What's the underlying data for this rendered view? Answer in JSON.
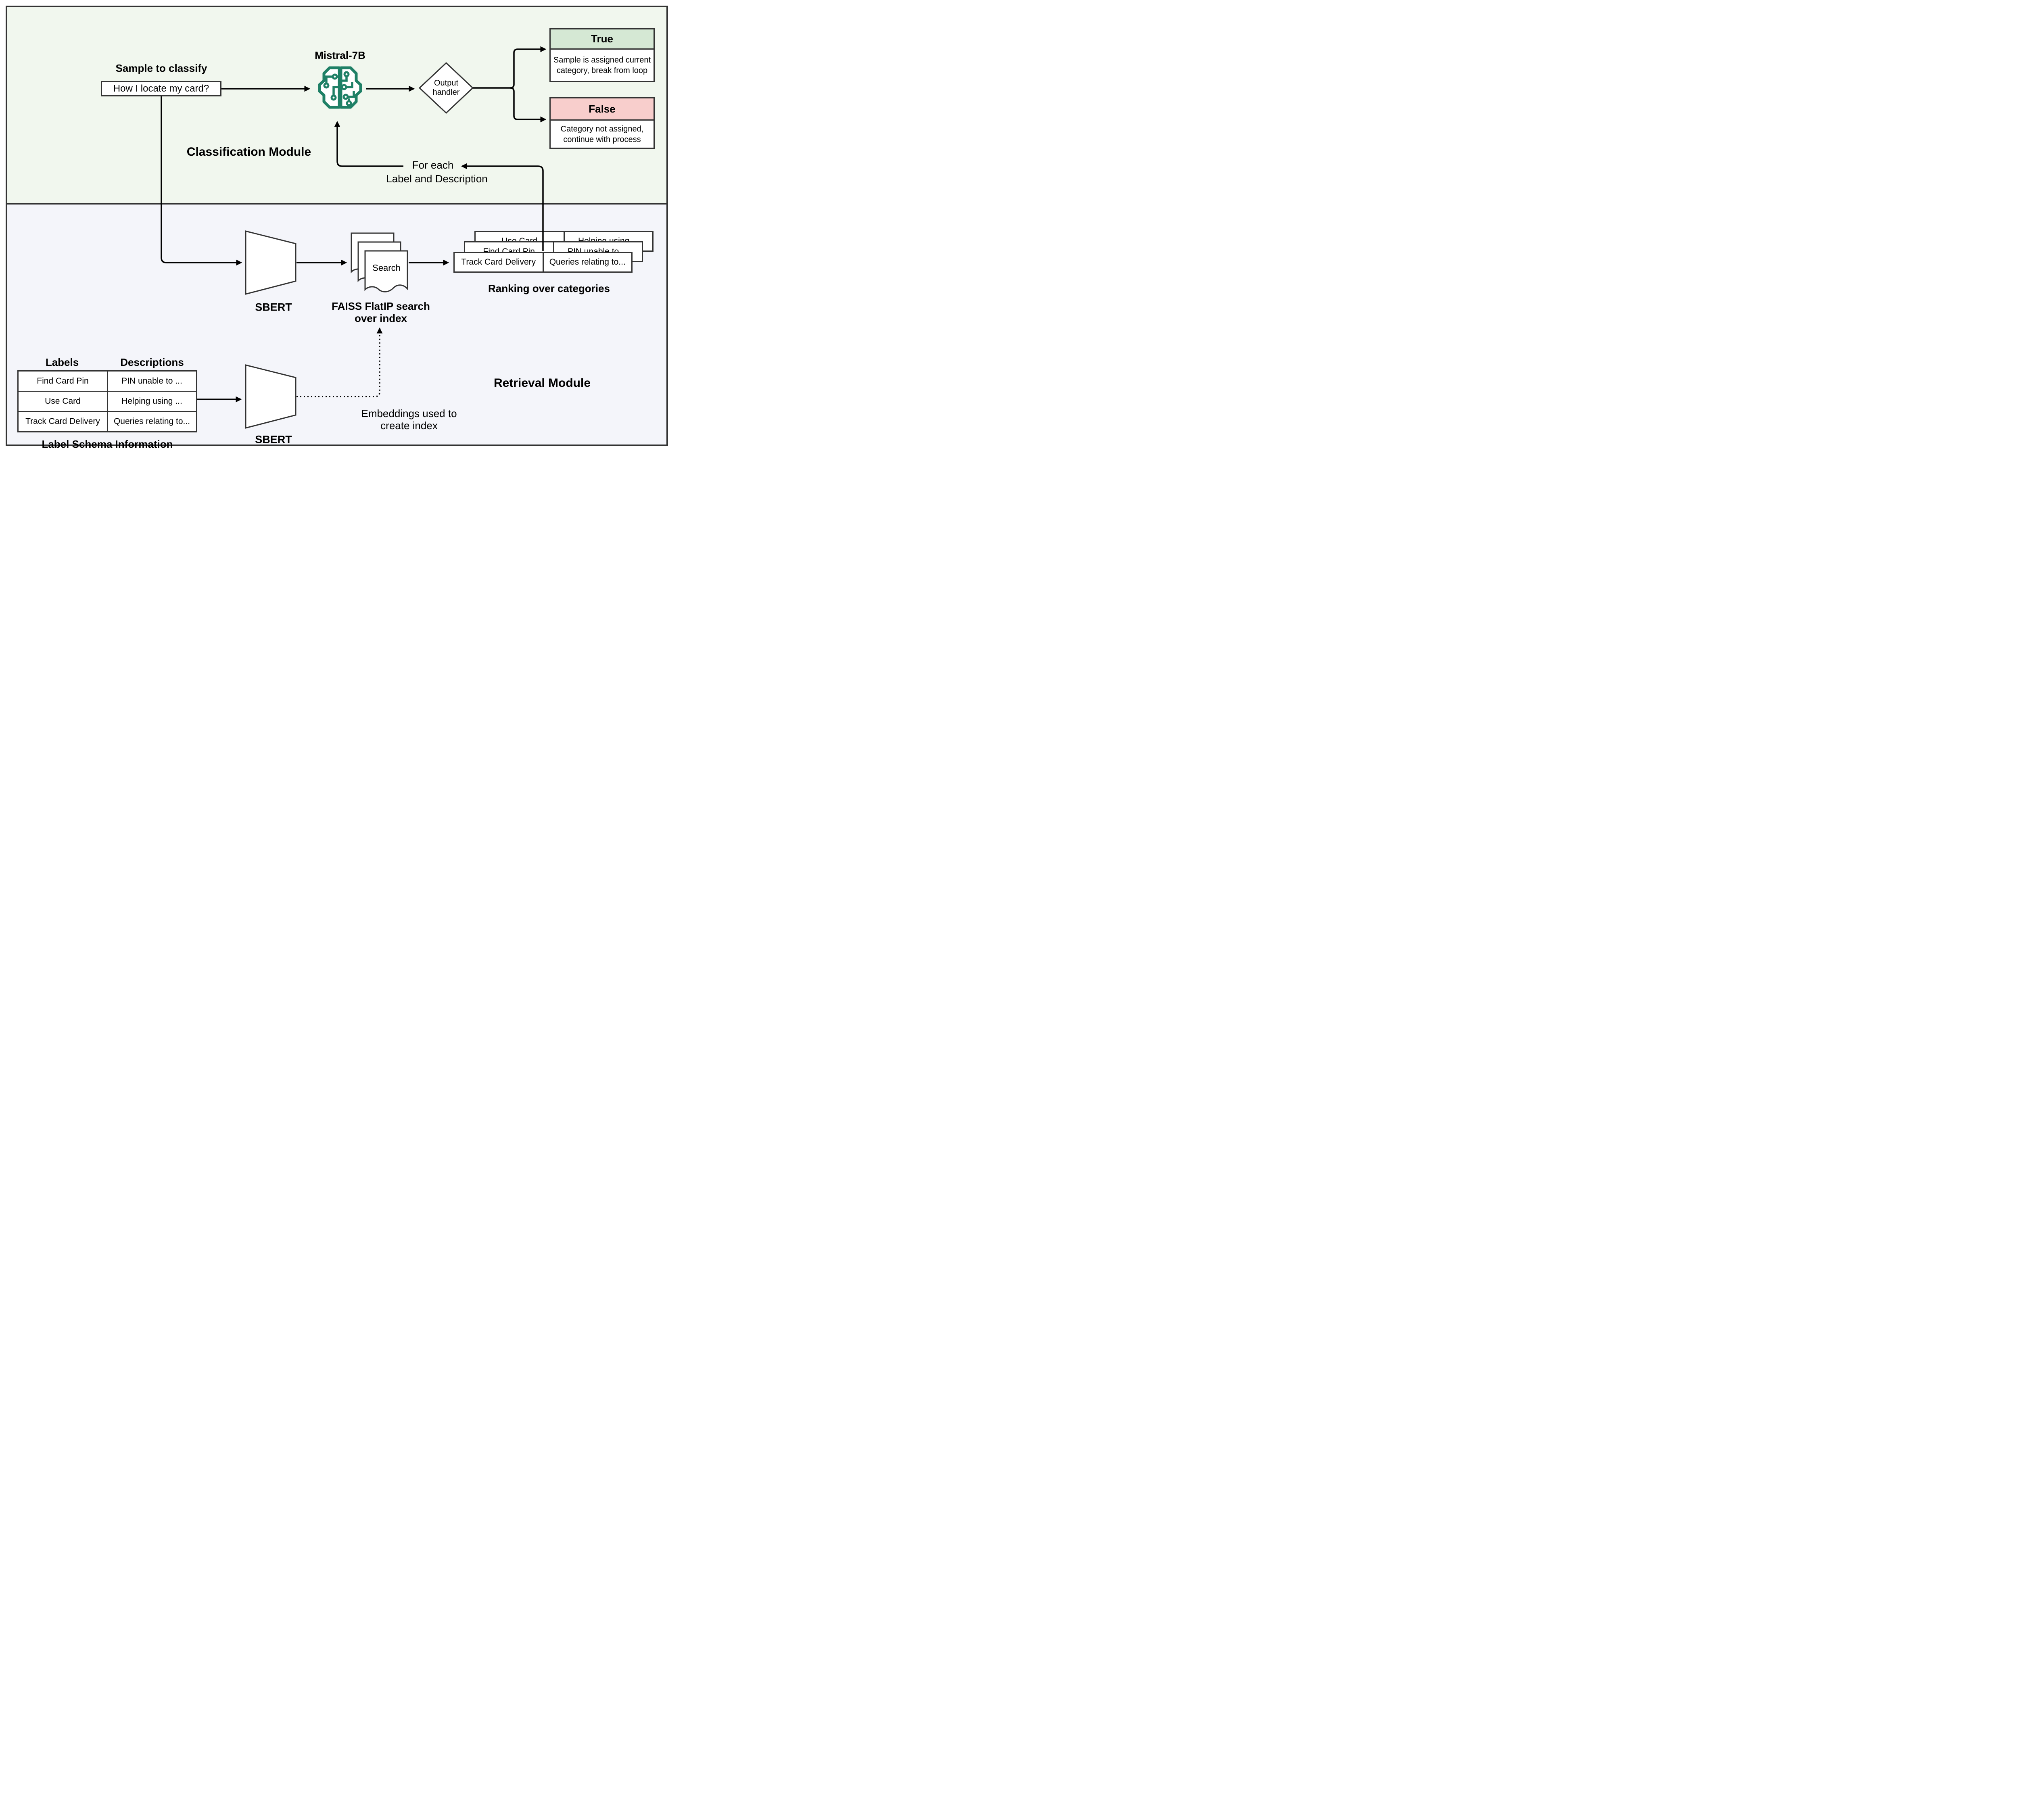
{
  "modules": {
    "classification": {
      "title": "Classification Module"
    },
    "retrieval": {
      "title": "Retrieval Module"
    }
  },
  "sample": {
    "label": "Sample to classify",
    "value": "How I locate my card?"
  },
  "llm": {
    "name": "Mistral-7B"
  },
  "decision": {
    "label": "Output handler"
  },
  "outcomes": {
    "true": {
      "title": "True",
      "text": "Sample is assigned current category, break from loop"
    },
    "false": {
      "title": "False",
      "text": "Category not assigned, continue with process"
    }
  },
  "loop": {
    "line1": "For each",
    "line2": "Label and Description"
  },
  "sbert_top": {
    "label": "SBERT"
  },
  "sbert_bottom": {
    "label": "SBERT"
  },
  "faiss": {
    "doc_label": "Search",
    "caption_line1": "FAISS FlatIP search",
    "caption_line2": "over index"
  },
  "ranking": {
    "caption": "Ranking over categories",
    "cards": [
      {
        "label": "Use Card",
        "description": "Helping using ..."
      },
      {
        "label": "Find Card Pin",
        "description": "PIN unable to ..."
      },
      {
        "label": "Track Card Delivery",
        "description": "Queries relating to..."
      }
    ]
  },
  "embeddings_note": {
    "line1": "Embeddings used to",
    "line2": "create index"
  },
  "schema_table": {
    "caption": "Label Schema Information",
    "columns": [
      "Labels",
      "Descriptions"
    ],
    "rows": [
      {
        "label": "Find Card Pin",
        "description": "PIN unable to ..."
      },
      {
        "label": "Use Card",
        "description": "Helping using ..."
      },
      {
        "label": "Track Card Delivery",
        "description": "Queries relating to..."
      }
    ]
  },
  "colors": {
    "accent_green_header": "#d5e8d4",
    "accent_red_header": "#f8cecc",
    "brain_green": "#1f8066",
    "classification_bg": "#f1f7ee",
    "retrieval_bg": "#f4f5fa",
    "line": "#000000",
    "box_border": "#333333"
  }
}
